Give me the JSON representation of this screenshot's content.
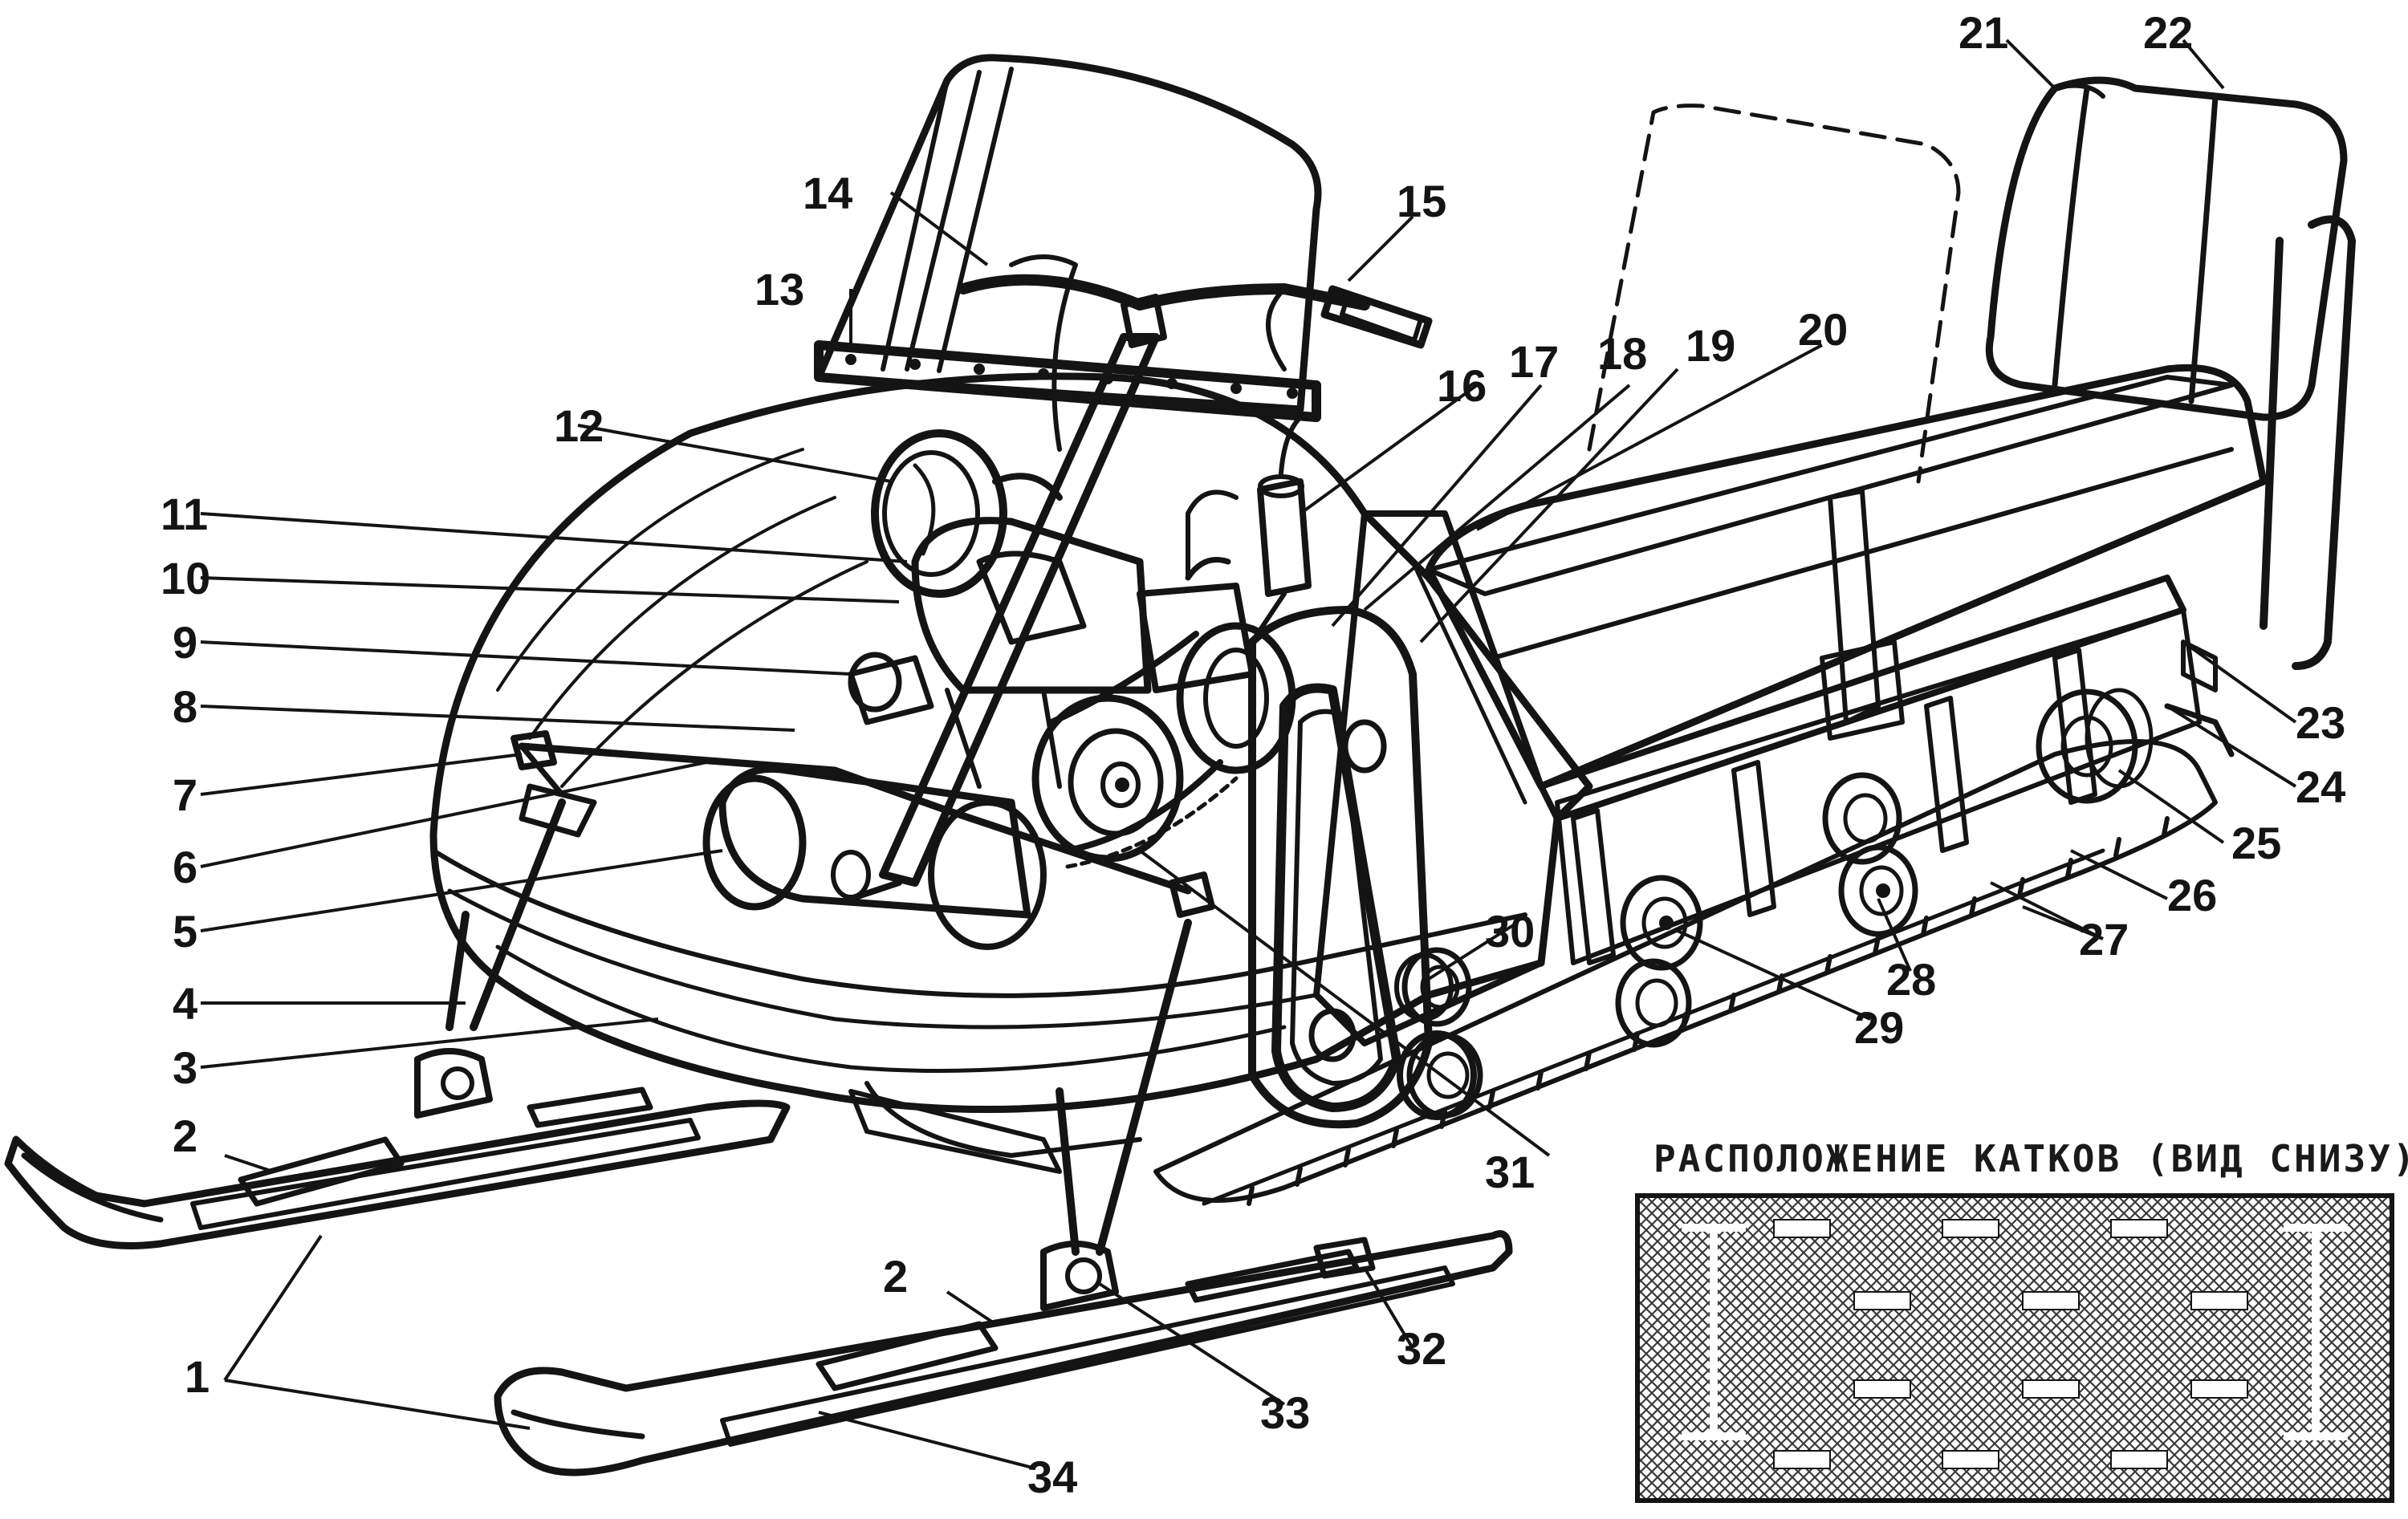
{
  "callout_labels": [
    "1",
    "2",
    "2",
    "3",
    "4",
    "5",
    "6",
    "7",
    "8",
    "9",
    "10",
    "11",
    "12",
    "13",
    "14",
    "15",
    "16",
    "17",
    "18",
    "19",
    "20",
    "21",
    "22",
    "23",
    "24",
    "25",
    "26",
    "27",
    "28",
    "29",
    "30",
    "31",
    "32",
    "33",
    "34"
  ],
  "inset": {
    "title": "РАСПОЛОЖЕНИЕ КАТКОВ (ВИД СНИЗУ)"
  },
  "colors": {
    "ink": "#141414",
    "paper": "#ffffff",
    "hatch": "#8a8a8a"
  }
}
